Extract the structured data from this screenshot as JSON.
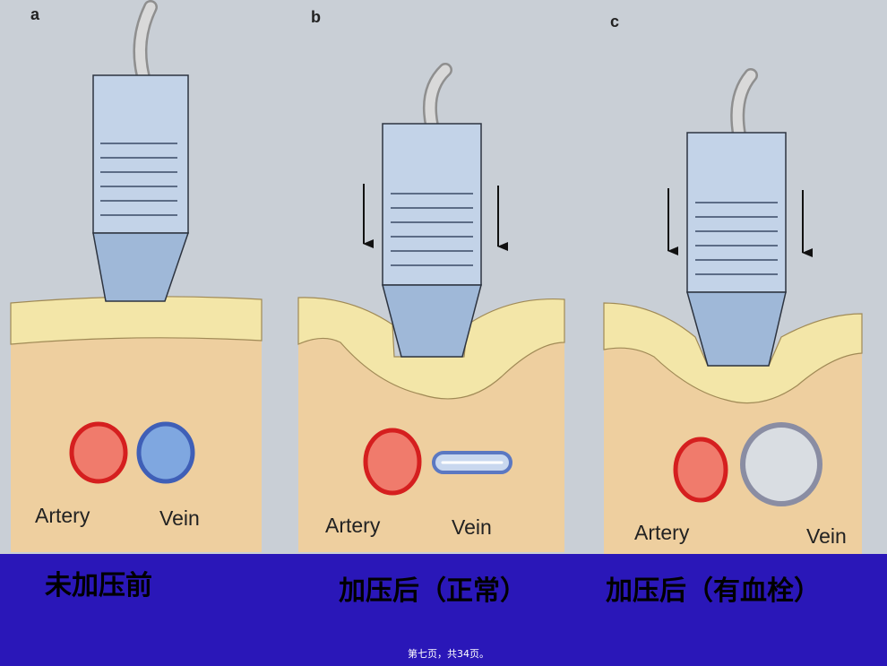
{
  "panels": [
    {
      "letter": "a",
      "artery_label": "Artery",
      "vein_label": "Vein",
      "vein_state": "open"
    },
    {
      "letter": "b",
      "artery_label": "Artery",
      "vein_label": "Vein",
      "vein_state": "compressed"
    },
    {
      "letter": "c",
      "artery_label": "Artery",
      "vein_label": "Vein",
      "vein_state": "thrombus"
    }
  ],
  "captions": [
    "未加压前",
    "加压后（正常）",
    "加压后（有血栓）"
  ],
  "footer": "第七页，共34页。",
  "colors": {
    "background": "#c9cfd6",
    "skin": "#f3e6a8",
    "tissue": "#eecf9f",
    "probe": "#c3d3e8",
    "probe_tip": "#9fb8d8",
    "artery": "#f07b6c",
    "vein": "#7fa7e0",
    "thrombus": "#d9dde2",
    "caption_band": "#2a17b8"
  }
}
